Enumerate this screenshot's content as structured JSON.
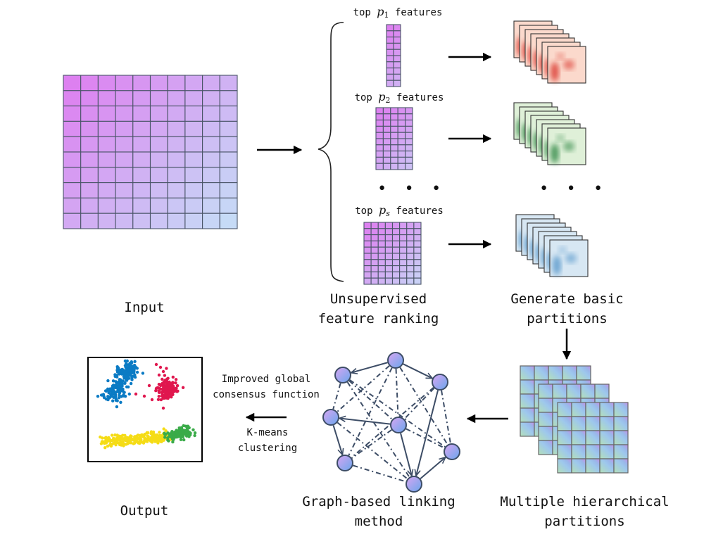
{
  "figure": {
    "input": {
      "label": "Input",
      "grid_rows": 10,
      "grid_cols": 10
    },
    "feature_ranking": {
      "label_line1": "Unsupervised",
      "label_line2": "feature ranking",
      "subsets": [
        {
          "prefix": "top",
          "var": "p",
          "subscript": "1",
          "subscript_italic": false,
          "suffix": "features",
          "grid_rows": 10,
          "grid_cols": 2
        },
        {
          "prefix": "top",
          "var": "p",
          "subscript": "2",
          "subscript_italic": false,
          "suffix": "features",
          "grid_rows": 10,
          "grid_cols": 5
        },
        {
          "prefix": "top",
          "var": "p",
          "subscript": "s",
          "subscript_italic": true,
          "suffix": "features",
          "grid_rows": 10,
          "grid_cols": 8
        }
      ],
      "ellipsis": "• • •"
    },
    "basic_partitions": {
      "label_line1": "Generate basic",
      "label_line2": "partitions",
      "stacks": [
        {
          "name": "red",
          "color": "#d7261e",
          "light": "#fbd9cc",
          "layers": 7
        },
        {
          "name": "green",
          "color": "#1f7d35",
          "light": "#dff0d8",
          "layers": 7
        },
        {
          "name": "blue",
          "color": "#4a8fc6",
          "light": "#d7e7f3",
          "layers": 7
        }
      ],
      "ellipsis": "• • •"
    },
    "hierarchical_partitions": {
      "label_line1": "Multiple hierarchical",
      "label_line2": "partitions",
      "layers": 3,
      "grid": 5
    },
    "graph_linking": {
      "label_line1": "Graph-based linking",
      "label_line2": "method",
      "node_count": 8
    },
    "consensus": {
      "top_line1": "Improved global",
      "top_line2": "consensus function",
      "bottom_line1": "K-means",
      "bottom_line2": "clustering"
    },
    "output": {
      "label": "Output",
      "clusters": [
        {
          "name": "blue-cluster",
          "color": "#0b7bc4"
        },
        {
          "name": "red-cluster",
          "color": "#e0174e"
        },
        {
          "name": "yellow-cluster",
          "color": "#f5dc16"
        },
        {
          "name": "green-cluster",
          "color": "#3aab49"
        }
      ]
    },
    "colors": {
      "grid_top_left": "#dd80f0",
      "grid_bottom_right": "#c6dbf6",
      "grid_line": "#4a5568",
      "node_fill_a": "#d8a6f2",
      "node_fill_b": "#6aa6ec",
      "node_stroke": "#3d4d66",
      "edge": "#3d4d66",
      "arrow": "#000000"
    }
  }
}
